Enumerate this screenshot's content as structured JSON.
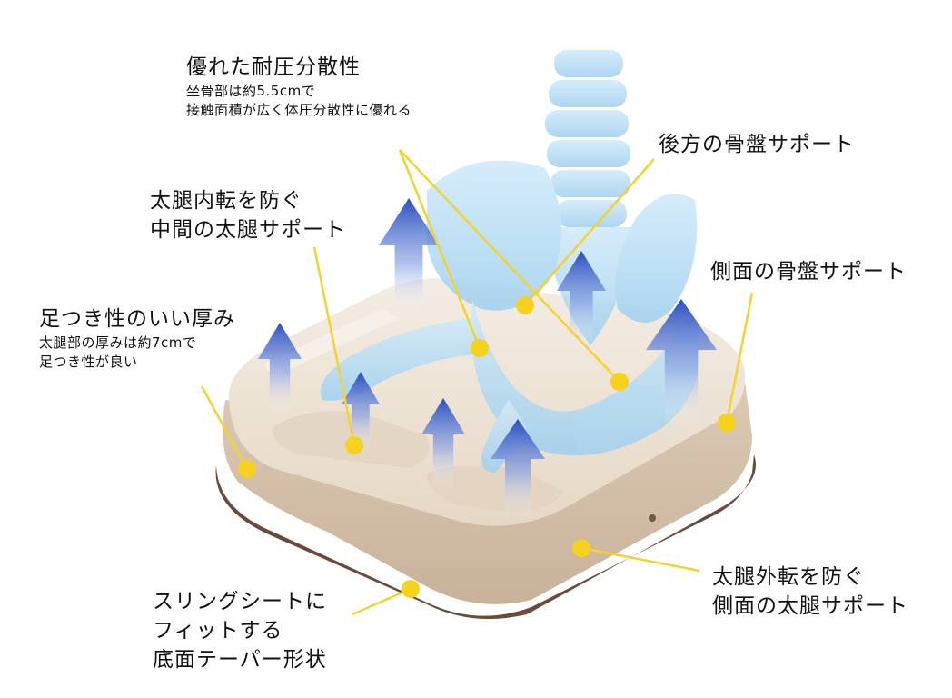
{
  "colors": {
    "cushion": "#d6c3ad",
    "cushion_top": "#ede2d4",
    "cushion_base": "#6b4a3a",
    "skeleton": "#a9d6f2",
    "arrow": "#3a5cc4",
    "leader": "#f3d330",
    "marker": "#f5d21e"
  },
  "callouts": {
    "pressure": {
      "title": "優れた耐圧分散性",
      "note_line1": "坐骨部は約5.5cmで",
      "note_line2": "接触面積が広く体圧分散性に優れる"
    },
    "rear_pelvis": {
      "title": "後方の骨盤サポート"
    },
    "inner_thigh": {
      "line1": "太腿内転を防ぐ",
      "line2": "中間の太腿サポート"
    },
    "side_pelvis": {
      "title": "側面の骨盤サポート"
    },
    "thickness": {
      "title": "足つき性のいい厚み",
      "note_line1": "太腿部の厚みは約7cmで",
      "note_line2": "足つき性が良い"
    },
    "outer_thigh": {
      "line1": "太腿外転を防ぐ",
      "line2": "側面の太腿サポート"
    },
    "base_taper": {
      "line1": "スリングシートに",
      "line2": "フィットする",
      "line3": "底面テーパー形状"
    }
  }
}
